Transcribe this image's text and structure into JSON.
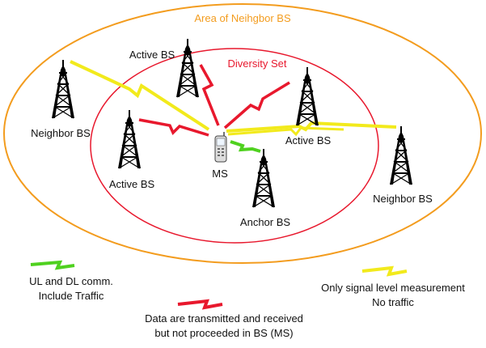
{
  "colors": {
    "neighbor_area": "#f39c1e",
    "diversity_set": "#e8182d",
    "link_green": "#4fd11f",
    "link_red": "#e8182d",
    "link_yellow": "#f2ea1c",
    "link_outline": "#333333"
  },
  "labels": {
    "neighbor_area": "Area of Neihgbor BS",
    "diversity_set": "Diversity Set",
    "active_bs_top": "Active BS",
    "active_bs_left": "Active BS",
    "active_bs_right": "Active BS",
    "neighbor_bs_left": "Neighbor BS",
    "neighbor_bs_right": "Neighbor BS",
    "anchor_bs": "Anchor BS",
    "ms": "MS"
  },
  "legend": {
    "green_line1": "UL and DL comm.",
    "green_line2": "Include Traffic",
    "red_line1": "Data are transmitted and received",
    "red_line2": "but not proceeded in BS (MS)",
    "yellow_line1": "Only signal level measurement",
    "yellow_line2": "No traffic"
  },
  "icons": {
    "tower": "cell-tower-icon",
    "mobile": "mobile-phone-icon"
  }
}
